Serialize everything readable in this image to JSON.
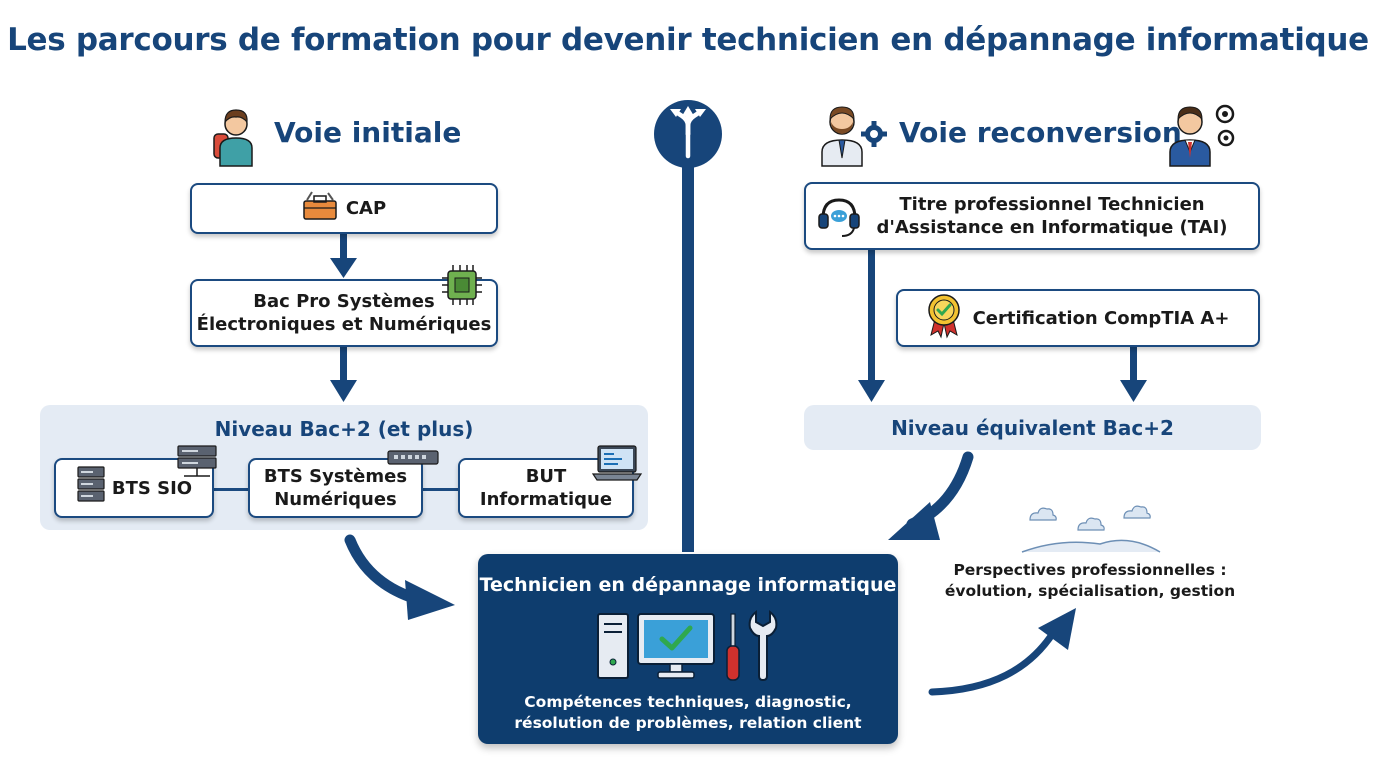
{
  "title": "Les parcours de formation pour devenir technicien en dépannage informatique",
  "left": {
    "heading": "Voie initiale",
    "cap": "CAP",
    "bacpro": "Bac Pro Systèmes Électroniques et Numériques",
    "bacpro_line1": "Bac Pro Systèmes",
    "bacpro_line2": "Électroniques et Numériques",
    "panel_label": "Niveau Bac+2 (et plus)",
    "bts_sio": "BTS SIO",
    "bts_sn_line1": "BTS Systèmes",
    "bts_sn_line2": "Numériques",
    "but_line1": "BUT",
    "but_line2": "Informatique"
  },
  "right": {
    "heading": "Voie reconversion",
    "tai_line1": "Titre professionnel Technicien",
    "tai_line2": "d'Assistance en Informatique (TAI)",
    "comptia": "Certification CompTIA A+",
    "panel_label": "Niveau équivalent Bac+2"
  },
  "center": {
    "title": "Technicien en dépannage informatique",
    "skills_line1": "Compétences techniques, diagnostic,",
    "skills_line2": "résolution de problèmes, relation client"
  },
  "perspectives": {
    "line1": "Perspectives professionnelles :",
    "line2": "évolution, spécialisation, gestion"
  },
  "colors": {
    "navy": "#17457a",
    "dark_navy": "#0e3d6e",
    "panel_bg": "#e4ebf4",
    "check_green": "#2fa84f",
    "screwdriver_red": "#d0312d"
  },
  "icons": [
    "student-icon",
    "toolbox-icon",
    "chip-icon",
    "server-icon",
    "network-switch-icon",
    "laptop-icon",
    "direction-signpost-icon",
    "businessman-gear-icon",
    "headset-icon",
    "certificate-badge-icon",
    "computer-check-icon",
    "screwdriver-icon",
    "wrench-icon",
    "cloud-icon"
  ]
}
